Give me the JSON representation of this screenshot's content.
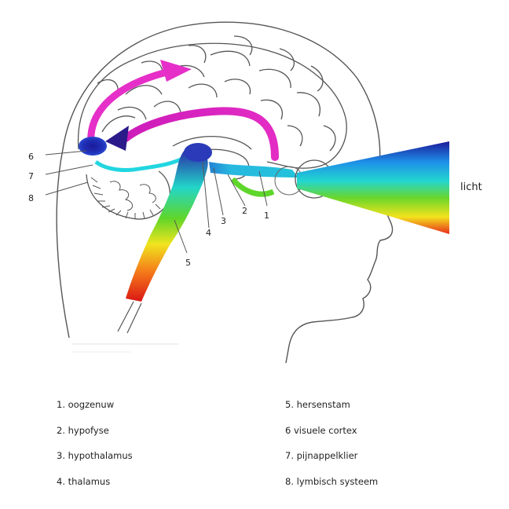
{
  "diagram": {
    "light_label": "licht",
    "callouts": [
      "1",
      "2",
      "3",
      "4",
      "5",
      "6",
      "7",
      "8"
    ]
  },
  "legend": {
    "left": [
      "1. oogzenuw",
      "2. hypofyse",
      "3. hypothalamus",
      "4. thalamus"
    ],
    "right": [
      "5. hersenstam",
      "6  visuele cortex",
      "7. pijnappelklier",
      "8. lymbisch systeem"
    ]
  },
  "colors": {
    "outline": "#555555",
    "magenta": "#e62fc8",
    "indigo": "#2a1a8a",
    "cyan": "#22d6e0",
    "green": "#5fd62a",
    "yellow": "#f7e21e",
    "red": "#e01a1a"
  }
}
